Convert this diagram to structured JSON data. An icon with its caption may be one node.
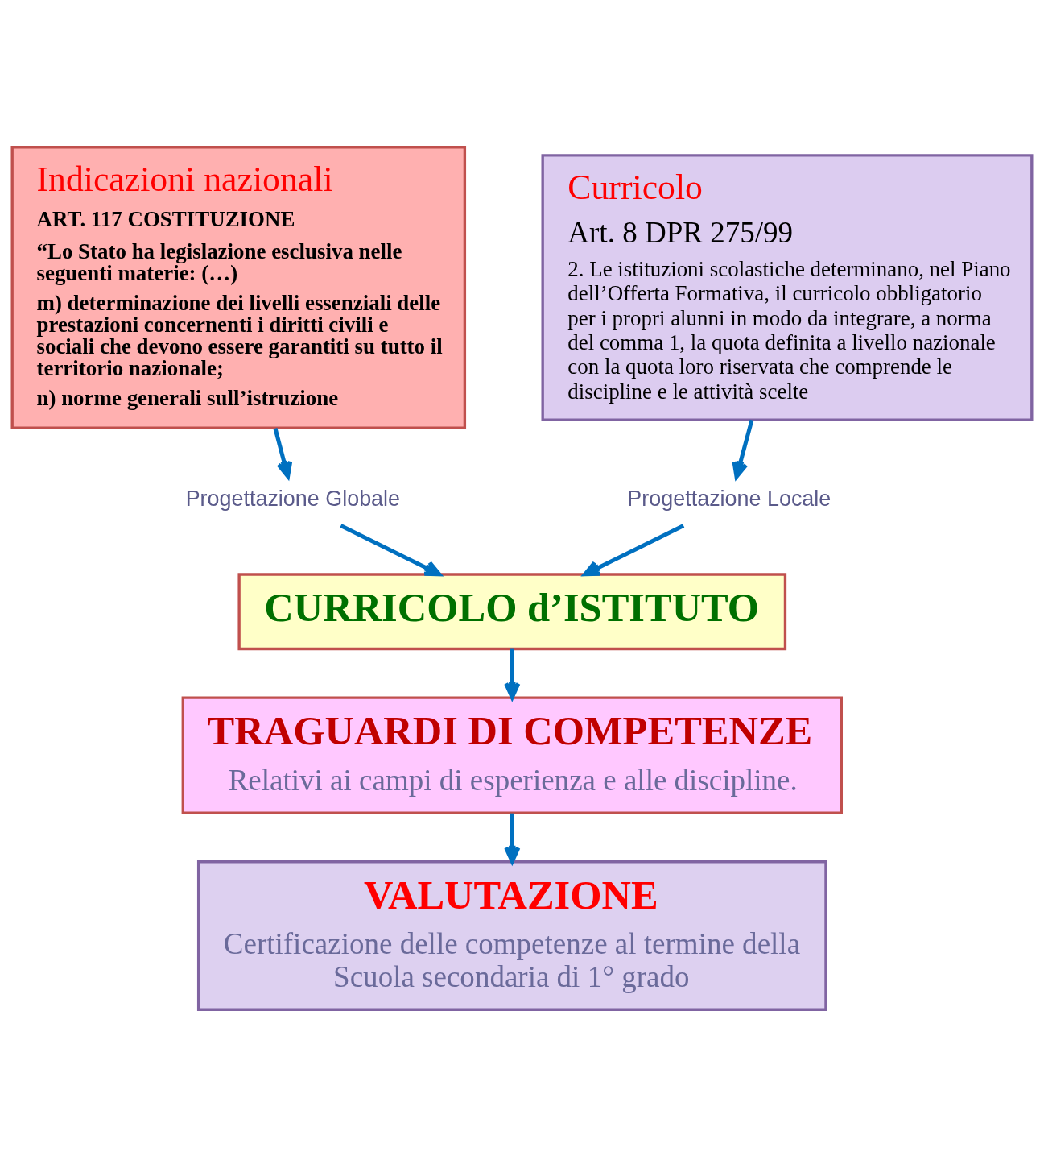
{
  "diagram": {
    "nodes": [
      {
        "text": [
          "Indicazioni nazionali",
          "ART. 117 COSTITUZIONE",
          "“Lo Stato ha legislazione esclusiva nelle seguenti materie: (…)",
          "m) determinazione dei livelli essenziali delle prestazioni concernenti i diritti civili e sociali che devono essere garantiti su tutto il territorio nazionale;",
          "n) norme generali sull’istruzione"
        ]
      },
      {
        "text": [
          "Curricolo",
          "Art. 8 DPR 275/99",
          "2. Le istituzioni scolastiche determinano, nel Piano dell’Offerta Formativa, il curricolo obbligatorio per i propri alunni in modo da integrare, a norma del comma 1, la quota definita a livello nazionale con la quota loro riservata che comprende le discipline e le attività scelte"
        ]
      },
      {
        "text": [
          "Progettazione Globale"
        ]
      },
      {
        "text": [
          "Progettazione Locale"
        ]
      },
      {
        "text": [
          "CURRICOLO d’ISTITUTO"
        ]
      },
      {
        "text": [
          "TRAGUARDI DI COMPETENZE",
          "Relativi ai campi di esperienza e alle discipline."
        ]
      },
      {
        "text": [
          "VALUTAZIONE",
          "Certificazione delle competenze al termine della Scuola secondaria di 1° grado"
        ]
      }
    ],
    "edges": [
      {
        "from": 0,
        "to": 2,
        "arrow": "to",
        "color": "#0070c0"
      },
      {
        "from": 2,
        "to": 4,
        "arrow": "to",
        "color": "#0070c0"
      },
      {
        "from": 1,
        "to": 3,
        "arrow": "to",
        "color": "#0070c0"
      },
      {
        "from": 3,
        "to": 4,
        "arrow": "to",
        "color": "#0070c0"
      },
      {
        "from": 4,
        "to": 5,
        "arrow": "to",
        "color": "#0070c0"
      },
      {
        "from": 5,
        "to": 6,
        "arrow": "to",
        "color": "#0070c0"
      }
    ]
  }
}
